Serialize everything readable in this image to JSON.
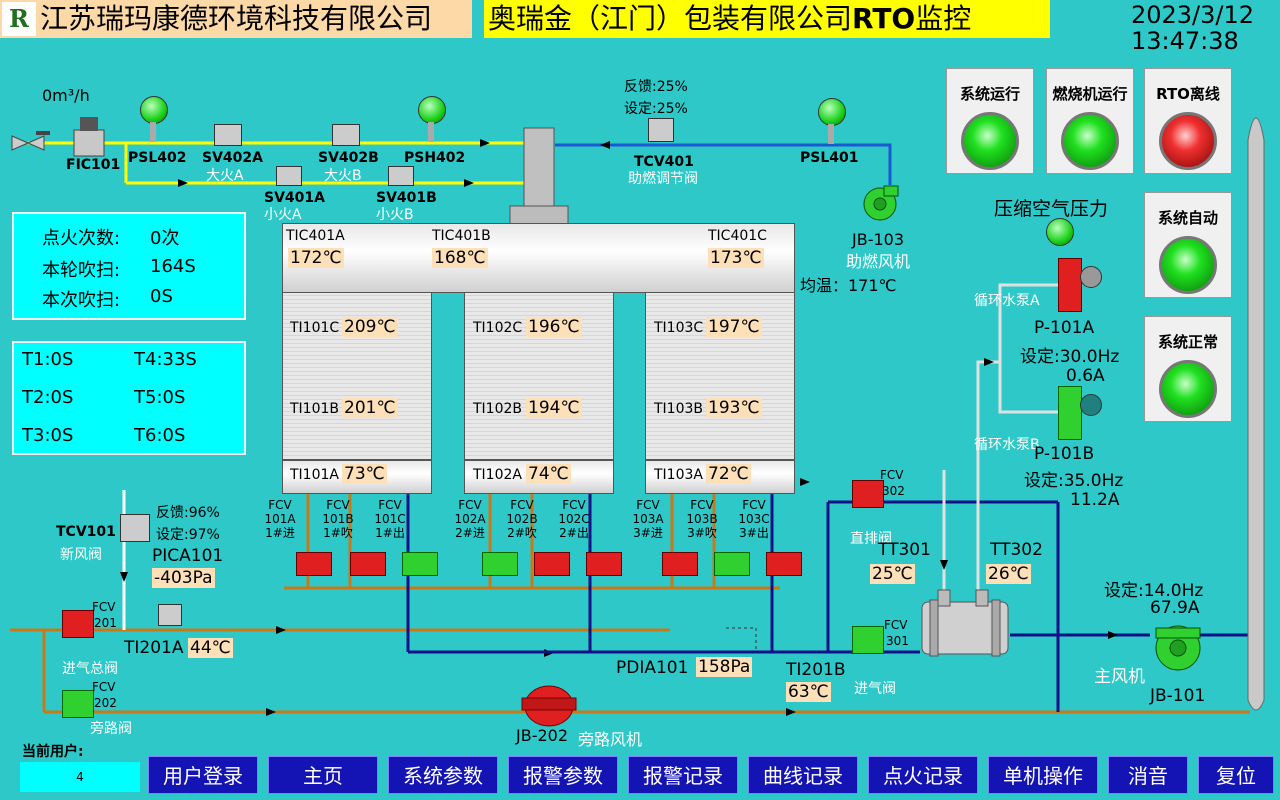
{
  "header": {
    "logo": "R",
    "company": "江苏瑞玛康德环境科技有限公司",
    "title_main": "奥瑞金（江门）包装有限公司",
    "title_bold": "RTO",
    "title_end": "监控",
    "date": "2023/3/12",
    "time": "13:47:38"
  },
  "gas_line": {
    "flow": "0m³/h",
    "fic": "FIC101",
    "psl402": "PSL402",
    "sv402a": "SV402A",
    "sv402a_sub": "大火A",
    "sv402b": "SV402B",
    "sv402b_sub": "大火B",
    "psh402": "PSH402",
    "sv401a": "SV401A",
    "sv401a_sub": "小火A",
    "sv401b": "SV401B",
    "sv401b_sub": "小火B"
  },
  "tcv401": {
    "feedback": "反馈:25%",
    "setpoint": "设定:25%",
    "tag": "TCV401",
    "desc": "助燃调节阀"
  },
  "psl401": "PSL401",
  "jb103": {
    "tag": "JB-103",
    "desc": "助燃风机"
  },
  "ignition": {
    "count_label": "点火次数:",
    "count_value": "0次",
    "purge_label": "本轮吹扫:",
    "purge_value": "164S",
    "this_label": "本次吹扫:",
    "this_value": "0S"
  },
  "timers": {
    "t1": "T1:0S",
    "t4": "T4:33S",
    "t2": "T2:0S",
    "t5": "T5:0S",
    "t3": "T3:0S",
    "t6": "T6:0S"
  },
  "tic": {
    "a_tag": "TIC401A",
    "a_val": "172℃",
    "b_tag": "TIC401B",
    "b_val": "168℃",
    "c_tag": "TIC401C",
    "c_val": "173℃",
    "avg": "均温：171℃"
  },
  "beds": [
    {
      "c_tag": "TI101C",
      "c_val": "209℃",
      "b_tag": "TI101B",
      "b_val": "201℃",
      "a_tag": "TI101A",
      "a_val": "73℃"
    },
    {
      "c_tag": "TI102C",
      "c_val": "196℃",
      "b_tag": "TI102B",
      "b_val": "194℃",
      "a_tag": "TI102A",
      "a_val": "74℃"
    },
    {
      "c_tag": "TI103C",
      "c_val": "197℃",
      "b_tag": "TI103B",
      "b_val": "193℃",
      "a_tag": "TI103A",
      "a_val": "72℃"
    }
  ],
  "fcv_valves": [
    {
      "l1": "FCV",
      "l2": "101A",
      "l3": "1#进"
    },
    {
      "l1": "FCV",
      "l2": "101B",
      "l3": "1#吹"
    },
    {
      "l1": "FCV",
      "l2": "101C",
      "l3": "1#出"
    },
    {
      "l1": "FCV",
      "l2": "102A",
      "l3": "2#进"
    },
    {
      "l1": "FCV",
      "l2": "102B",
      "l3": "2#吹"
    },
    {
      "l1": "FCV",
      "l2": "102C",
      "l3": "2#出"
    },
    {
      "l1": "FCV",
      "l2": "103A",
      "l3": "3#进"
    },
    {
      "l1": "FCV",
      "l2": "103B",
      "l3": "3#吹"
    },
    {
      "l1": "FCV",
      "l2": "103C",
      "l3": "3#出"
    }
  ],
  "tcv101": {
    "feedback": "反馈:96%",
    "setpoint": "设定:97%",
    "tag": "TCV101",
    "desc": "新风阀"
  },
  "pica101": {
    "tag": "PICA101",
    "value": "-403Pa"
  },
  "fcv201": {
    "tag": "FCV",
    "num": "201",
    "desc": "进气总阀"
  },
  "ti201a": {
    "tag": "TI201A",
    "value": "44℃"
  },
  "fcv202": {
    "tag": "FCV",
    "num": "202",
    "desc": "旁路阀"
  },
  "jb202": {
    "tag": "JB-202",
    "desc": "旁路风机"
  },
  "pdia101": {
    "tag": "PDIA101",
    "value": "158Pa"
  },
  "ti201b": {
    "tag": "TI201B",
    "value": "63℃"
  },
  "fcv301": {
    "tag": "FCV",
    "num": "301",
    "desc": "进气阀"
  },
  "fcv302": {
    "tag": "FCV",
    "num": "302",
    "desc": "直排阀"
  },
  "tt301": {
    "tag": "TT301",
    "value": "25℃"
  },
  "tt302": {
    "tag": "TT302",
    "value": "26℃"
  },
  "compressed_air": "压缩空气压力",
  "pump_a": {
    "name": "循环水泵A",
    "tag": "P-101A",
    "set": "设定:30.0Hz",
    "current": "0.6A"
  },
  "pump_b": {
    "name": "循环水泵B",
    "tag": "P-101B",
    "set": "设定:35.0Hz",
    "current": "11.2A"
  },
  "main_fan": {
    "set": "设定:14.0Hz",
    "current": "67.9A",
    "desc": "主风机",
    "tag": "JB-101"
  },
  "status": {
    "system_run": "系统运行",
    "burner_run": "燃烧机运行",
    "rto_offline": "RTO离线",
    "system_auto": "系统自动",
    "system_normal": "系统正常"
  },
  "user": {
    "label": "当前用户:",
    "value": "4"
  },
  "nav": [
    "用户登录",
    "主页",
    "系统参数",
    "报警参数",
    "报警记录",
    "曲线记录",
    "点火记录",
    "单机操作",
    "消音",
    "复位"
  ],
  "colors": {
    "background": "#2ec8c8",
    "gas": "#ffff00",
    "air": "#1a5ad0",
    "flue": "#c87a1a",
    "nav": "#1414b4"
  }
}
